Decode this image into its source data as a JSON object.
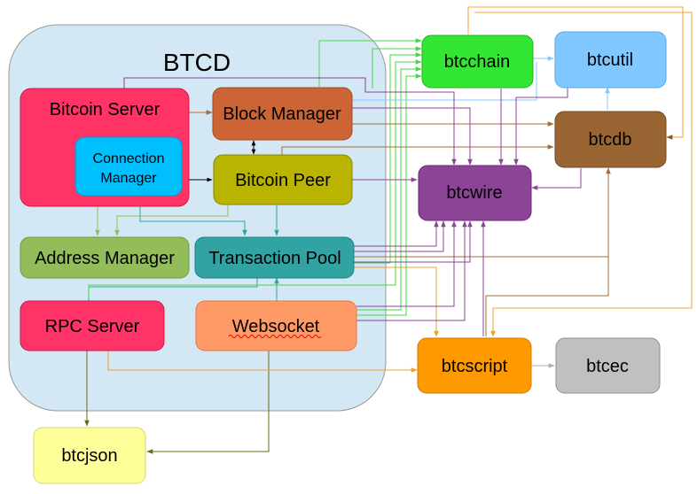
{
  "diagram": {
    "group_title": "BTCD",
    "nodes": {
      "bitcoin_server": "Bitcoin Server",
      "connection_manager": [
        "Connection",
        "Manager"
      ],
      "block_manager": "Block Manager",
      "bitcoin_peer": "Bitcoin Peer",
      "address_manager": "Address Manager",
      "transaction_pool": "Transaction Pool",
      "rpc_server": "RPC Server",
      "websocket": "Websocket",
      "btcchain": "btcchain",
      "btcutil": "btcutil",
      "btcdb": "btcdb",
      "btcwire": "btcwire",
      "btcscript": "btcscript",
      "btcec": "btcec",
      "btcjson": "btcjson"
    },
    "colors": {
      "group_fill": "#d3e8f4",
      "bitcoin_server": "#ff3366",
      "connection_manager": "#00bfff",
      "block_manager": "#cd6436",
      "bitcoin_peer": "#b8b400",
      "address_manager": "#93bc5b",
      "transaction_pool": "#31a3a3",
      "rpc_server": "#ff3366",
      "websocket": "#ff9966",
      "btcchain": "#33e633",
      "btcutil": "#80c8ff",
      "btcdb": "#996633",
      "btcwire": "#8c4497",
      "btcscript": "#ff9900",
      "btcec": "#c0c0c0",
      "btcjson": "#ffff99",
      "edge_green": "#45d845",
      "edge_purple": "#8c4497",
      "edge_brown": "#a06c3c",
      "edge_orange": "#f0a030",
      "edge_teal": "#31a3a3",
      "edge_olive": "#8a8a20",
      "edge_lime": "#93bc5b",
      "edge_blue": "#80c8ff",
      "edge_grey": "#b0b0b0"
    }
  }
}
